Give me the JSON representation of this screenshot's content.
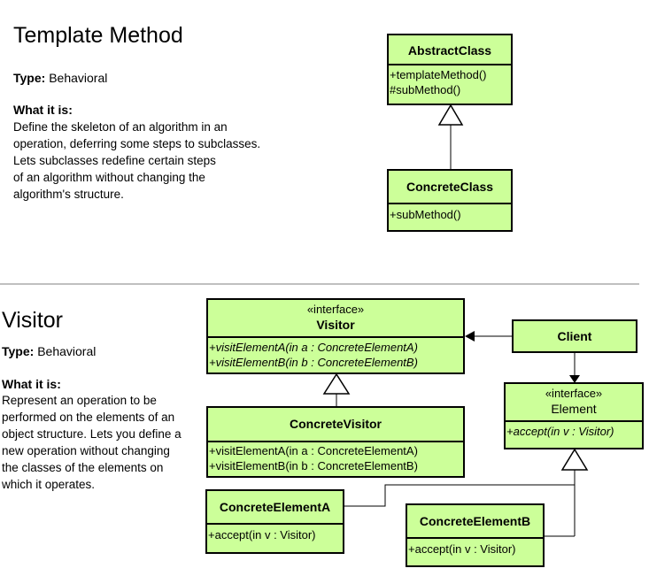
{
  "template_method": {
    "title": "Template Method",
    "type_label": "Type:",
    "type_value": "Behavioral",
    "what_heading": "What it is:",
    "description_lines": [
      "Define the skeleton of an algorithm in an",
      "operation, deferring some steps to subclasses.",
      "Lets subclasses redefine certain steps",
      "of an algorithm without changing the",
      "algorithm's structure."
    ],
    "abstract_class": {
      "name": "AbstractClass",
      "operations": [
        "+templateMethod()",
        "#subMethod()"
      ]
    },
    "concrete_class": {
      "name": "ConcreteClass",
      "operations": [
        "+subMethod()"
      ]
    }
  },
  "visitor": {
    "title": "Visitor",
    "type_label": "Type:",
    "type_value": "Behavioral",
    "what_heading": "What it is:",
    "description_lines": [
      "Represent an operation to be",
      "performed on the elements of an",
      "object structure. Lets you define a",
      "new operation without changing",
      "the classes of the elements on",
      "which it operates."
    ],
    "visitor_interface": {
      "stereotype": "«interface»",
      "name": "Visitor",
      "operations": [
        "+visitElementA(in a : ConcreteElementA)",
        "+visitElementB(in b : ConcreteElementB)"
      ]
    },
    "concrete_visitor": {
      "name": "ConcreteVisitor",
      "operations": [
        "+visitElementA(in a : ConcreteElementA)",
        "+visitElementB(in b : ConcreteElementB)"
      ]
    },
    "client": {
      "name": "Client"
    },
    "element_interface": {
      "stereotype": "«interface»",
      "name": "Element",
      "operations": [
        "+accept(in v : Visitor)"
      ]
    },
    "concrete_element_a": {
      "name": "ConcreteElementA",
      "operations": [
        "+accept(in v : Visitor)"
      ]
    },
    "concrete_element_b": {
      "name": "ConcreteElementB",
      "operations": [
        "+accept(in v : Visitor)"
      ]
    }
  },
  "colors": {
    "class_fill": "#ccff99",
    "border": "#000000",
    "divider": "#c0c0c0"
  }
}
